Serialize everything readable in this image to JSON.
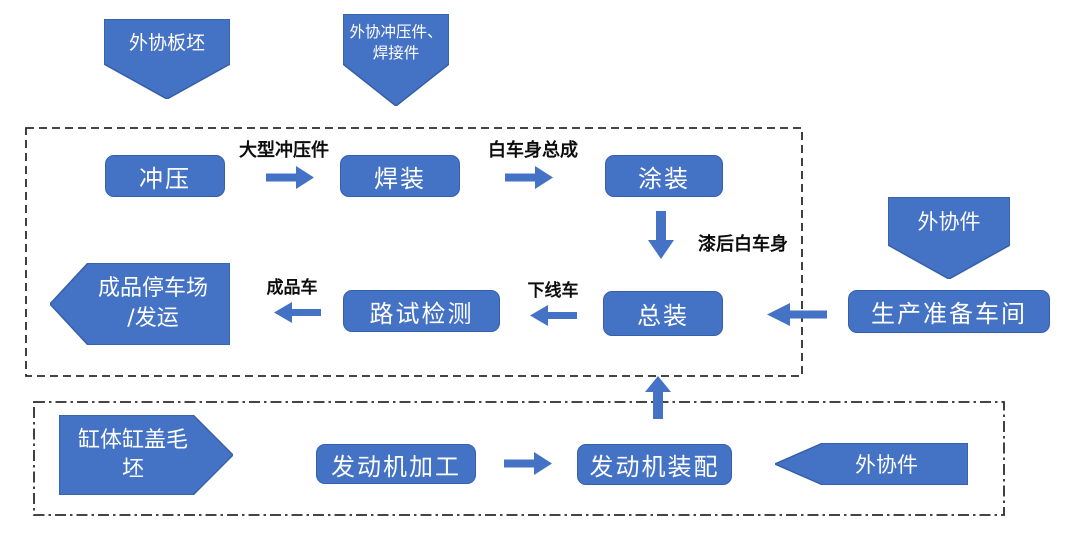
{
  "colors": {
    "shape_fill": "#4472C4",
    "shape_border": "#3560A7",
    "frame_stroke": "#2B2B2B",
    "label_text": "#0D0D0D",
    "node_text": "#FFFFFF"
  },
  "nodes": {
    "slab_input": "外协板坯",
    "stamp_weld_line1": "外协冲压件、",
    "stamp_weld_line2": "焊接件",
    "stamping": "冲压",
    "welding": "焊装",
    "painting": "涂装",
    "final_assembly": "总装",
    "outsourced_top": "外协件",
    "prep_workshop": "生产准备车间",
    "road_test": "路试检测",
    "finished_lot_line1": "成品停车场",
    "finished_lot_line2": "/发运",
    "cylinder_line1": "缸体缸盖毛",
    "cylinder_line2": "坯",
    "engine_machining": "发动机加工",
    "engine_assembly": "发动机装配",
    "outsourced_bottom": "外协件"
  },
  "flow_labels": {
    "large_stampings": "大型冲压件",
    "biw_assembly": "白车身总成",
    "painted_biw": "漆后白车身",
    "offline_vehicle": "下线车",
    "finished_vehicle": "成品车"
  }
}
